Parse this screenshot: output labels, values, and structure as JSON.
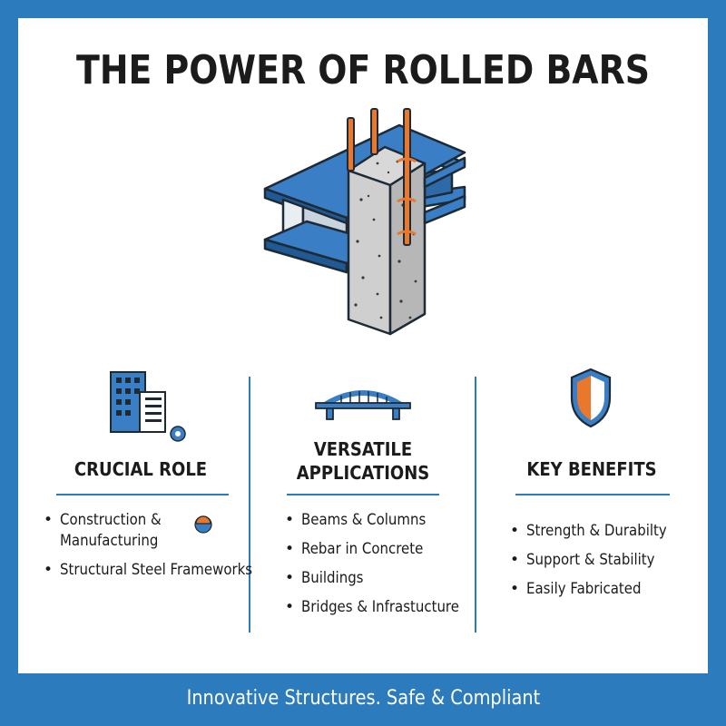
{
  "title": "THE POWER OF ROLLED BARS",
  "colors": {
    "frame": "#2b7bbd",
    "accent_orange": "#e9772c",
    "steel_blue": "#3a7ec5",
    "concrete": "#cfcfcf"
  },
  "hero": {
    "icon": "steel-beam-concrete-column-rebar-illustration"
  },
  "columns": [
    {
      "icon": "building-gear-icon",
      "heading": "CRUCIAL ROLE",
      "items": [
        {
          "text": "Construction &",
          "text2": "Manufacturing",
          "icon": "hard-hat-gear-icon"
        },
        {
          "text": "Structural Steel Frameworks"
        }
      ]
    },
    {
      "icon": "bridge-icon",
      "heading_line1": "VERSATILE",
      "heading_line2": "APPLICATIONS",
      "items": [
        {
          "text": "Beams & Columns"
        },
        {
          "text": "Rebar in Concrete"
        },
        {
          "text": "Buildings"
        },
        {
          "text": "Bridges & Infrastucture"
        }
      ]
    },
    {
      "icon": "shield-icon",
      "heading": "KEY BENEFITS",
      "items": [
        {
          "text": "Strength & Durabilty"
        },
        {
          "text": "Support & Stability"
        },
        {
          "text": "Easily Fabricated"
        }
      ]
    }
  ],
  "footer": "Innovative Structures. Safe & Compliant"
}
